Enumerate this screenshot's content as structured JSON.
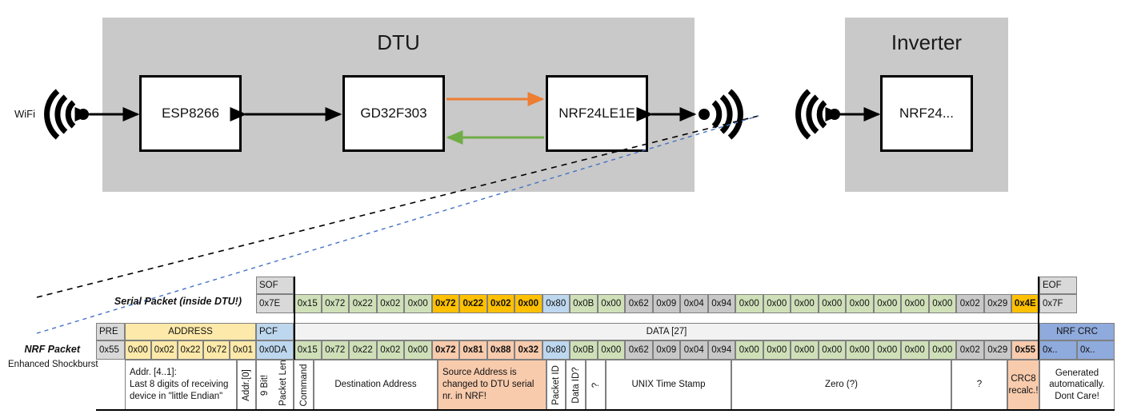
{
  "diagram": {
    "dtu": {
      "title": "DTU",
      "chips": [
        "ESP8266",
        "GD32F303",
        "NRF24LE1E"
      ]
    },
    "inverter": {
      "title": "Inverter",
      "chips": [
        "NRF24..."
      ]
    },
    "wifi_label": "WiFi",
    "arrows": {
      "uplink_color": "#ed7d31",
      "downlink_color": "#70ad47",
      "link_color": "#000000"
    }
  },
  "packets": {
    "serial": {
      "row_label": "Serial Packet (inside DTU!)",
      "sof_header": "SOF",
      "eof_header": "EOF",
      "sof_value": "0x7E",
      "eof_value": "0x7F",
      "bytes": [
        {
          "v": "0x15",
          "c": "grn"
        },
        {
          "v": "0x72",
          "c": "grn"
        },
        {
          "v": "0x22",
          "c": "grn"
        },
        {
          "v": "0x02",
          "c": "grn"
        },
        {
          "v": "0x00",
          "c": "grn"
        },
        {
          "v": "0x72",
          "c": "ylw"
        },
        {
          "v": "0x22",
          "c": "ylw"
        },
        {
          "v": "0x02",
          "c": "ylw"
        },
        {
          "v": "0x00",
          "c": "ylw"
        },
        {
          "v": "0x80",
          "c": "blu"
        },
        {
          "v": "0x0B",
          "c": "grn"
        },
        {
          "v": "0x00",
          "c": "grn"
        },
        {
          "v": "0x62",
          "c": "gry"
        },
        {
          "v": "0x09",
          "c": "gry"
        },
        {
          "v": "0x04",
          "c": "gry"
        },
        {
          "v": "0x94",
          "c": "gry"
        },
        {
          "v": "0x00",
          "c": "grn"
        },
        {
          "v": "0x00",
          "c": "grn"
        },
        {
          "v": "0x00",
          "c": "grn"
        },
        {
          "v": "0x00",
          "c": "grn"
        },
        {
          "v": "0x00",
          "c": "grn"
        },
        {
          "v": "0x00",
          "c": "grn"
        },
        {
          "v": "0x00",
          "c": "grn"
        },
        {
          "v": "0x00",
          "c": "grn"
        },
        {
          "v": "0x02",
          "c": "gry"
        },
        {
          "v": "0x29",
          "c": "gry"
        },
        {
          "v": "0x4E",
          "c": "ylw"
        }
      ]
    },
    "nrf": {
      "row_label": "NRF Packet",
      "sub_label": "Enhanced Shockburst",
      "headers": {
        "pre": "PRE",
        "address": "ADDRESS",
        "pcf": "PCF",
        "data": "DATA [27]",
        "crc": "NRF CRC"
      },
      "pre_value": "0x55",
      "address_values": [
        "0x00",
        "0x02",
        "0x22",
        "0x72",
        "0x01"
      ],
      "pcf_value": "0x0DA",
      "crc_values": [
        "0x..",
        "0x.."
      ],
      "bytes": [
        {
          "v": "0x15",
          "c": "grn"
        },
        {
          "v": "0x72",
          "c": "grn"
        },
        {
          "v": "0x22",
          "c": "grn"
        },
        {
          "v": "0x02",
          "c": "grn"
        },
        {
          "v": "0x00",
          "c": "grn"
        },
        {
          "v": "0x72",
          "c": "salb"
        },
        {
          "v": "0x81",
          "c": "salb"
        },
        {
          "v": "0x88",
          "c": "salb"
        },
        {
          "v": "0x32",
          "c": "salb"
        },
        {
          "v": "0x80",
          "c": "blu"
        },
        {
          "v": "0x0B",
          "c": "grn"
        },
        {
          "v": "0x00",
          "c": "grn"
        },
        {
          "v": "0x62",
          "c": "gry"
        },
        {
          "v": "0x09",
          "c": "gry"
        },
        {
          "v": "0x04",
          "c": "gry"
        },
        {
          "v": "0x94",
          "c": "gry"
        },
        {
          "v": "0x00",
          "c": "grn"
        },
        {
          "v": "0x00",
          "c": "grn"
        },
        {
          "v": "0x00",
          "c": "grn"
        },
        {
          "v": "0x00",
          "c": "grn"
        },
        {
          "v": "0x00",
          "c": "grn"
        },
        {
          "v": "0x00",
          "c": "grn"
        },
        {
          "v": "0x00",
          "c": "grn"
        },
        {
          "v": "0x00",
          "c": "grn"
        },
        {
          "v": "0x02",
          "c": "gry"
        },
        {
          "v": "0x29",
          "c": "gry"
        },
        {
          "v": "0x55",
          "c": "salb"
        }
      ]
    },
    "descriptions": {
      "address": "Addr. [4..1]:\nLast 8 digits of receiving device in \"little Endian\"",
      "addr0": "Addr.[0]",
      "packet_length_a": "9 Bit!",
      "packet_length_b": "Inc. Packet Length",
      "command": "Command",
      "destination": "Destination Address",
      "source": "Source Address is changed to DTU serial nr. in NRF!",
      "packet_id": "Packet ID",
      "data_id": "Data ID?",
      "unknown1": "?",
      "unix": "UNIX Time Stamp",
      "zero": "Zero (?)",
      "unknown2": "?",
      "crc8": "CRC8 recalc.!",
      "nrf_crc": "Generated automatically. Dont Care!"
    }
  }
}
